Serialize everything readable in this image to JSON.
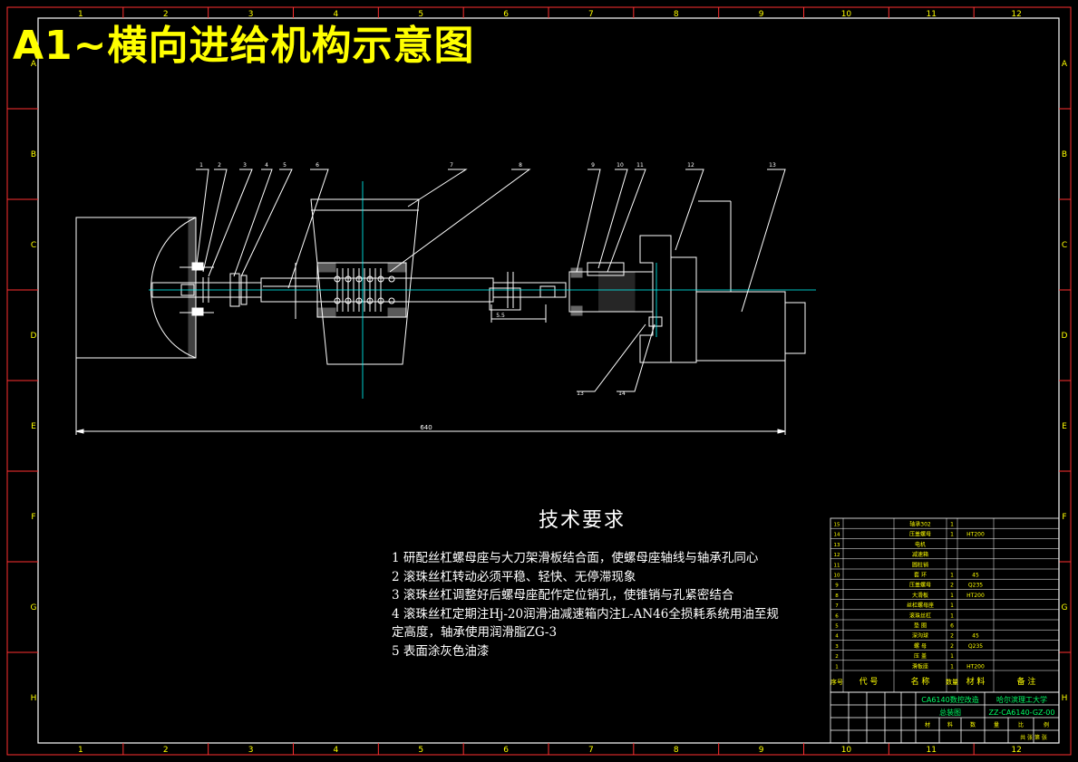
{
  "title": "A1~横向进给机构示意图",
  "frame": {
    "col_numbers": [
      "1",
      "2",
      "3",
      "4",
      "5",
      "6",
      "7",
      "8",
      "9",
      "10",
      "11",
      "12"
    ],
    "row_letters": [
      "A",
      "B",
      "C",
      "D",
      "E",
      "F",
      "G",
      "H"
    ]
  },
  "drawing": {
    "part_labels": [
      "1",
      "2",
      "3",
      "4",
      "5",
      "6",
      "7",
      "8",
      "9",
      "10",
      "11",
      "12",
      "13",
      "13",
      "14"
    ],
    "dimensions": {
      "overall_length": "640",
      "small_dim": "5.5"
    }
  },
  "tech_requirements": {
    "heading": "技术要求",
    "items": [
      "1 研配丝杠螺母座与大刀架滑板结合面，使螺母座轴线与轴承孔同心",
      "2 滚珠丝杠转动必须平稳、轻快、无停滞现象",
      "3 滚珠丝杠调整好后螺母座配作定位销孔，使锥销与孔紧密结合",
      "4 滚珠丝杠定期注Hj-20润滑油减速箱内注L-AN46全损耗系统用油至规定高度，轴承使用润滑脂ZG-3",
      "5 表面涂灰色油漆"
    ]
  },
  "bom": {
    "rows": [
      {
        "no": "15",
        "name": "轴承302",
        "qty": "1",
        "material": ""
      },
      {
        "no": "14",
        "name": "压盖螺母",
        "qty": "1",
        "material": "HT200"
      },
      {
        "no": "13",
        "name": "电机",
        "qty": "",
        "material": ""
      },
      {
        "no": "12",
        "name": "减速箱",
        "qty": "",
        "material": ""
      },
      {
        "no": "11",
        "name": "圆柱销",
        "qty": "",
        "material": ""
      },
      {
        "no": "10",
        "name": "套 环",
        "qty": "1",
        "material": "45"
      },
      {
        "no": "9",
        "name": "压盖螺母",
        "qty": "2",
        "material": "Q235"
      },
      {
        "no": "8",
        "name": "大滑板",
        "qty": "1",
        "material": "HT200"
      },
      {
        "no": "7",
        "name": "丝杠螺母座",
        "qty": "1",
        "material": ""
      },
      {
        "no": "6",
        "name": "滚珠丝杠",
        "qty": "1",
        "material": ""
      },
      {
        "no": "5",
        "name": "垫 圈",
        "qty": "6",
        "material": ""
      },
      {
        "no": "4",
        "name": "深沟球",
        "qty": "2",
        "material": "45"
      },
      {
        "no": "3",
        "name": "螺 母",
        "qty": "2",
        "material": "Q235"
      },
      {
        "no": "2",
        "name": "压 盖",
        "qty": "1",
        "material": ""
      },
      {
        "no": "1",
        "name": "滑板座",
        "qty": "1",
        "material": "HT200"
      }
    ],
    "header": {
      "no": "序号",
      "code": "代 号",
      "name": "名 称",
      "qty": "数量",
      "material": "材 料",
      "note": "备 注"
    }
  },
  "title_block": {
    "drawing_name_line1": "CA6140数控改造",
    "drawing_name_line2": "总装图",
    "school": "哈尔滨理工大学",
    "drawing_no": "ZZ-CA6140-GZ-00",
    "labels": [
      "材",
      "料",
      "数",
      "量",
      "比",
      "例"
    ],
    "sheet": "共 张 第 张"
  },
  "colors": {
    "frame": "#ff3030",
    "title": "#ffff00",
    "lines": "#ffffff",
    "centerline": "#00ffff",
    "table_text": "#ffff00",
    "green_text": "#00ff66"
  }
}
